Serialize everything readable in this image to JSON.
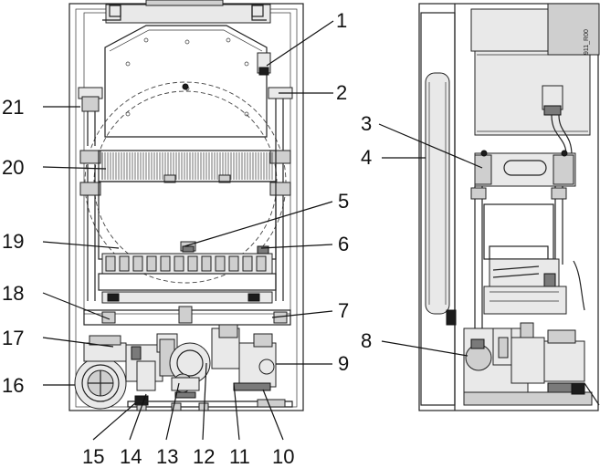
{
  "drawing_code": "911_R00",
  "callouts": [
    {
      "id": "c1",
      "text": "1"
    },
    {
      "id": "c2",
      "text": "2"
    },
    {
      "id": "c3",
      "text": "3"
    },
    {
      "id": "c4",
      "text": "4"
    },
    {
      "id": "c5",
      "text": "5"
    },
    {
      "id": "c6",
      "text": "6"
    },
    {
      "id": "c7",
      "text": "7"
    },
    {
      "id": "c8",
      "text": "8"
    },
    {
      "id": "c9",
      "text": "9"
    },
    {
      "id": "c10",
      "text": "10"
    },
    {
      "id": "c11",
      "text": "11"
    },
    {
      "id": "c12",
      "text": "12"
    },
    {
      "id": "c13",
      "text": "13"
    },
    {
      "id": "c14",
      "text": "14"
    },
    {
      "id": "c15",
      "text": "15"
    },
    {
      "id": "c16",
      "text": "16"
    },
    {
      "id": "c17",
      "text": "17"
    },
    {
      "id": "c18",
      "text": "18"
    },
    {
      "id": "c19",
      "text": "19"
    },
    {
      "id": "c20",
      "text": "20"
    },
    {
      "id": "c21",
      "text": "21"
    }
  ]
}
